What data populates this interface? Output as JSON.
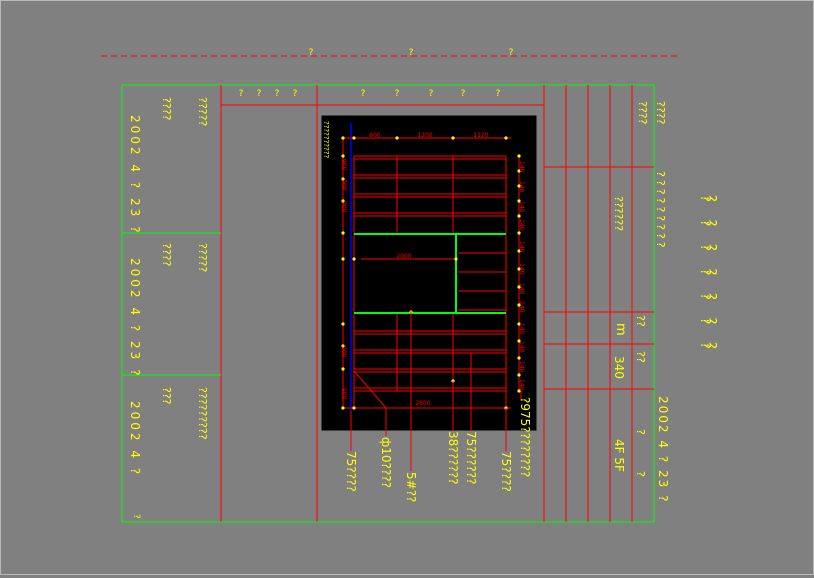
{
  "colors": {
    "background": "#808080",
    "frame": "#00ff00",
    "line": "#ff0000",
    "text": "#ffff00",
    "panel": "#000000",
    "axis": "#0000ff"
  },
  "header_labels": [
    "?",
    "?",
    "?"
  ],
  "left_column": {
    "headers": [
      "????",
      "????",
      "???"
    ],
    "values": [
      "?????",
      "?????",
      "?????????"
    ],
    "dates": [
      "2002 4 ? 23 ?",
      "2002 4 ? 23 ?",
      "2002 4 ?"
    ],
    "date_suffix": "?"
  },
  "top_row_marks": [
    "?",
    "?",
    "?",
    "?",
    "?",
    "?",
    "?",
    "?",
    "?"
  ],
  "panel": {
    "note": "??????????",
    "dims_top": [
      "600",
      "1200",
      "1120"
    ],
    "dims_left": [
      "900",
      "900",
      "900",
      "900",
      "900"
    ],
    "dims_right": [
      "140",
      "140",
      "140",
      "140",
      "140",
      "140",
      "140",
      "140",
      "140",
      "140",
      "140",
      "140"
    ],
    "center_dim": "2000",
    "bottom_dim": "2800"
  },
  "callouts": [
    "75????",
    "ф10????",
    "5#??",
    "38??????",
    "75??????",
    "75????",
    "?975????????"
  ],
  "right_column": {
    "top_header": "????",
    "top_sub": "????",
    "notes_a": "?????????",
    "notes_b": "??????",
    "m_label": "m",
    "value_340": "340",
    "q1": "??",
    "q2": "??",
    "floor": "4F 5F",
    "q3": "?",
    "q4": "?",
    "date": "2002 4 ? 23 ?"
  },
  "far_right_marks": [
    "?",
    "?",
    "?",
    "?",
    "?",
    "?",
    "?",
    "?",
    "?",
    "?",
    "?",
    "?",
    "?",
    "?"
  ]
}
